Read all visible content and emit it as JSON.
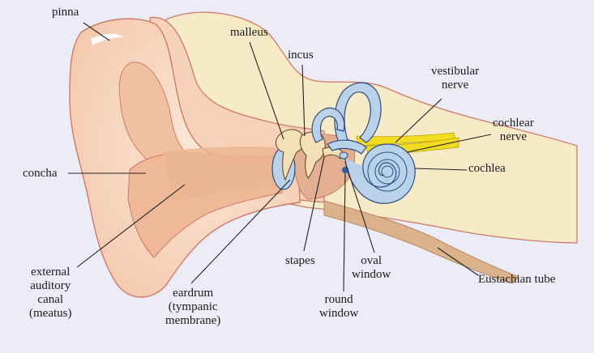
{
  "colors": {
    "background": "#ececf6",
    "skin": "#f6d6c0",
    "skin_dark": "#eab596",
    "bone_bg": "#f7ebc7",
    "canal": "#e9b08c",
    "inner_blue": "#b9d2ea",
    "inner_blue_edge": "#2f4c80",
    "nerve_yellow": "#f2dc20",
    "tube": "#dcb28c",
    "leader": "#222222"
  },
  "labels": {
    "pinna": "pinna",
    "concha": "concha",
    "malleus": "malleus",
    "incus": "incus",
    "vestibular_nerve": [
      "vestibular",
      "nerve"
    ],
    "cochlear_nerve": [
      "cochlear",
      "nerve"
    ],
    "cochlea": "cochlea",
    "external_canal": [
      "external",
      "auditory",
      "canal",
      "(meatus)"
    ],
    "eardrum": [
      "eardrum",
      "(tympanic",
      "membrane)"
    ],
    "stapes": "stapes",
    "oval_window": [
      "oval",
      "window"
    ],
    "round_window": [
      "round",
      "window"
    ],
    "eustachian_tube": "Eustachian tube"
  }
}
